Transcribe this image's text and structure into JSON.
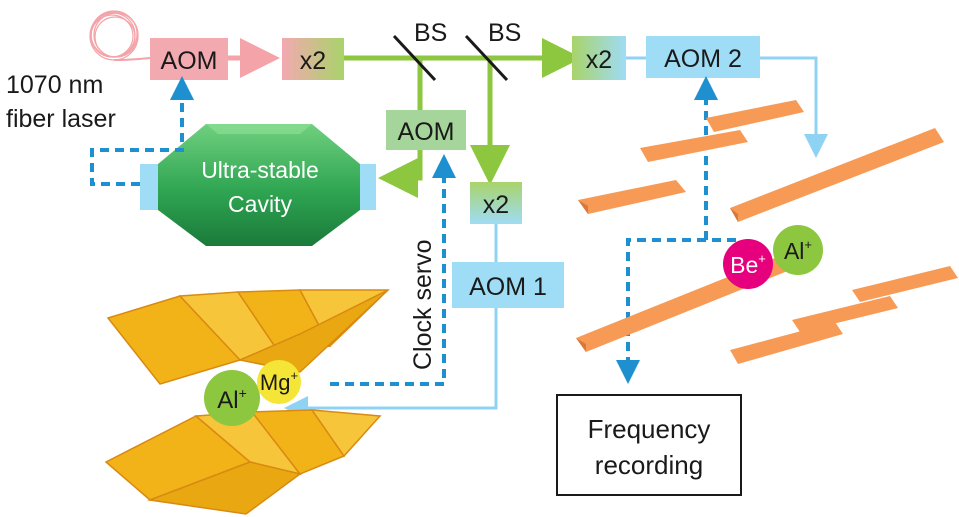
{
  "colors": {
    "fiber": "#f4a3a8",
    "aom_pink": "#f2a9b0",
    "green_beam": "#8dc63f",
    "blue_beam": "#8fd3f4",
    "dashed": "#1e90d0",
    "cavity_dark": "#1f8f45",
    "cavity_light": "#52c46a",
    "electrode_orange": "#f79a55",
    "electrode_gold": "#f2b318",
    "be_ion": "#e6007e",
    "al_ion": "#8dc63f",
    "mg_ion": "#f5e536",
    "aom_blue": "#9fdcf6",
    "aom_green": "#a5d59a"
  },
  "laser": {
    "line1": "1070 nm",
    "line2": "fiber laser"
  },
  "boxes": {
    "aom_laser": "AOM",
    "doubler_1": "x2",
    "aom_cavity": "AOM",
    "doubler_2": "x2",
    "doubler_3": "x2",
    "aom2": "AOM 2",
    "aom1": "AOM 1"
  },
  "beamsplitters": {
    "bs1": "BS",
    "bs2": "BS"
  },
  "cavity": {
    "line1": "Ultra-stable",
    "line2": "Cavity"
  },
  "servo": {
    "label": "Clock servo"
  },
  "ions": {
    "be": "Be",
    "be_sup": "+",
    "al_right": "Al",
    "al_right_sup": "+",
    "al_left": "Al",
    "al_left_sup": "+",
    "mg": "Mg",
    "mg_sup": "+"
  },
  "recording": {
    "line1": "Frequency",
    "line2": "recording"
  }
}
